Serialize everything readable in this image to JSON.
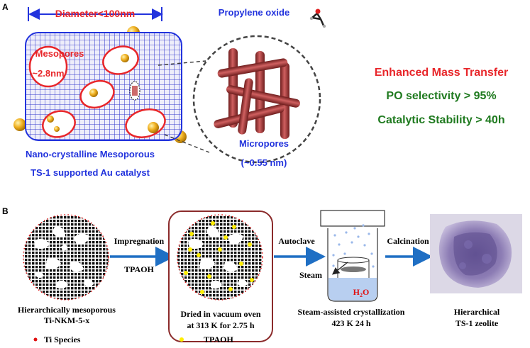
{
  "panelA": {
    "panel_label": "A",
    "diameter_label": "Diameter<100nm",
    "mesopores_label": "Mesopores",
    "mesopore_size": "~2.8nm",
    "catalyst_line1": "Nano-crystalline Mesoporous",
    "catalyst_line2": "TS-1 supported Au catalyst",
    "propylene_oxide": "Propylene oxide",
    "micropores_label": "Micropores",
    "micropore_size": "(~0.55 nm)",
    "benefit1": "Enhanced Mass Transfer",
    "benefit2": "PO selectivity > 95%",
    "benefit3": "Catalytic Stability > 40h",
    "colors": {
      "blue_text": "#2233dd",
      "red_text": "#e8262a",
      "green_text": "#1f7a1f",
      "grid_blue": "#3a3fcf",
      "pore_red": "#a83232",
      "gold": "#e8a317"
    }
  },
  "panelB": {
    "panel_label": "B",
    "step1_line1": "Hierarchically mesoporous",
    "step1_line2": "Ti-NKM-5-x",
    "arrow1_top": "Impregnation",
    "arrow1_bottom": "TPAOH",
    "step2_line1": "Dried in vacuum oven",
    "step2_line2": "at  313 K for 2.75 h",
    "arrow2_top": "Autoclave",
    "steam_label": "Steam",
    "water_label": "H2O",
    "step3_line1": "Steam-assisted crystallization",
    "step3_line2": "423 K  24 h",
    "arrow3_top": "Calcination",
    "step4_line1": "Hierarchical",
    "step4_line2": "TS-1 zeolite",
    "legend_ti": "Ti Species",
    "legend_tpaoh": "TPAOH",
    "colors": {
      "arrow_blue": "#1f6fc4",
      "ti_red": "#e01010",
      "tpaoh_yellow": "#ffee00",
      "box_border": "#8b2b2b",
      "water": "#b8cff0",
      "tem_purple": "#8c7cb4"
    }
  }
}
